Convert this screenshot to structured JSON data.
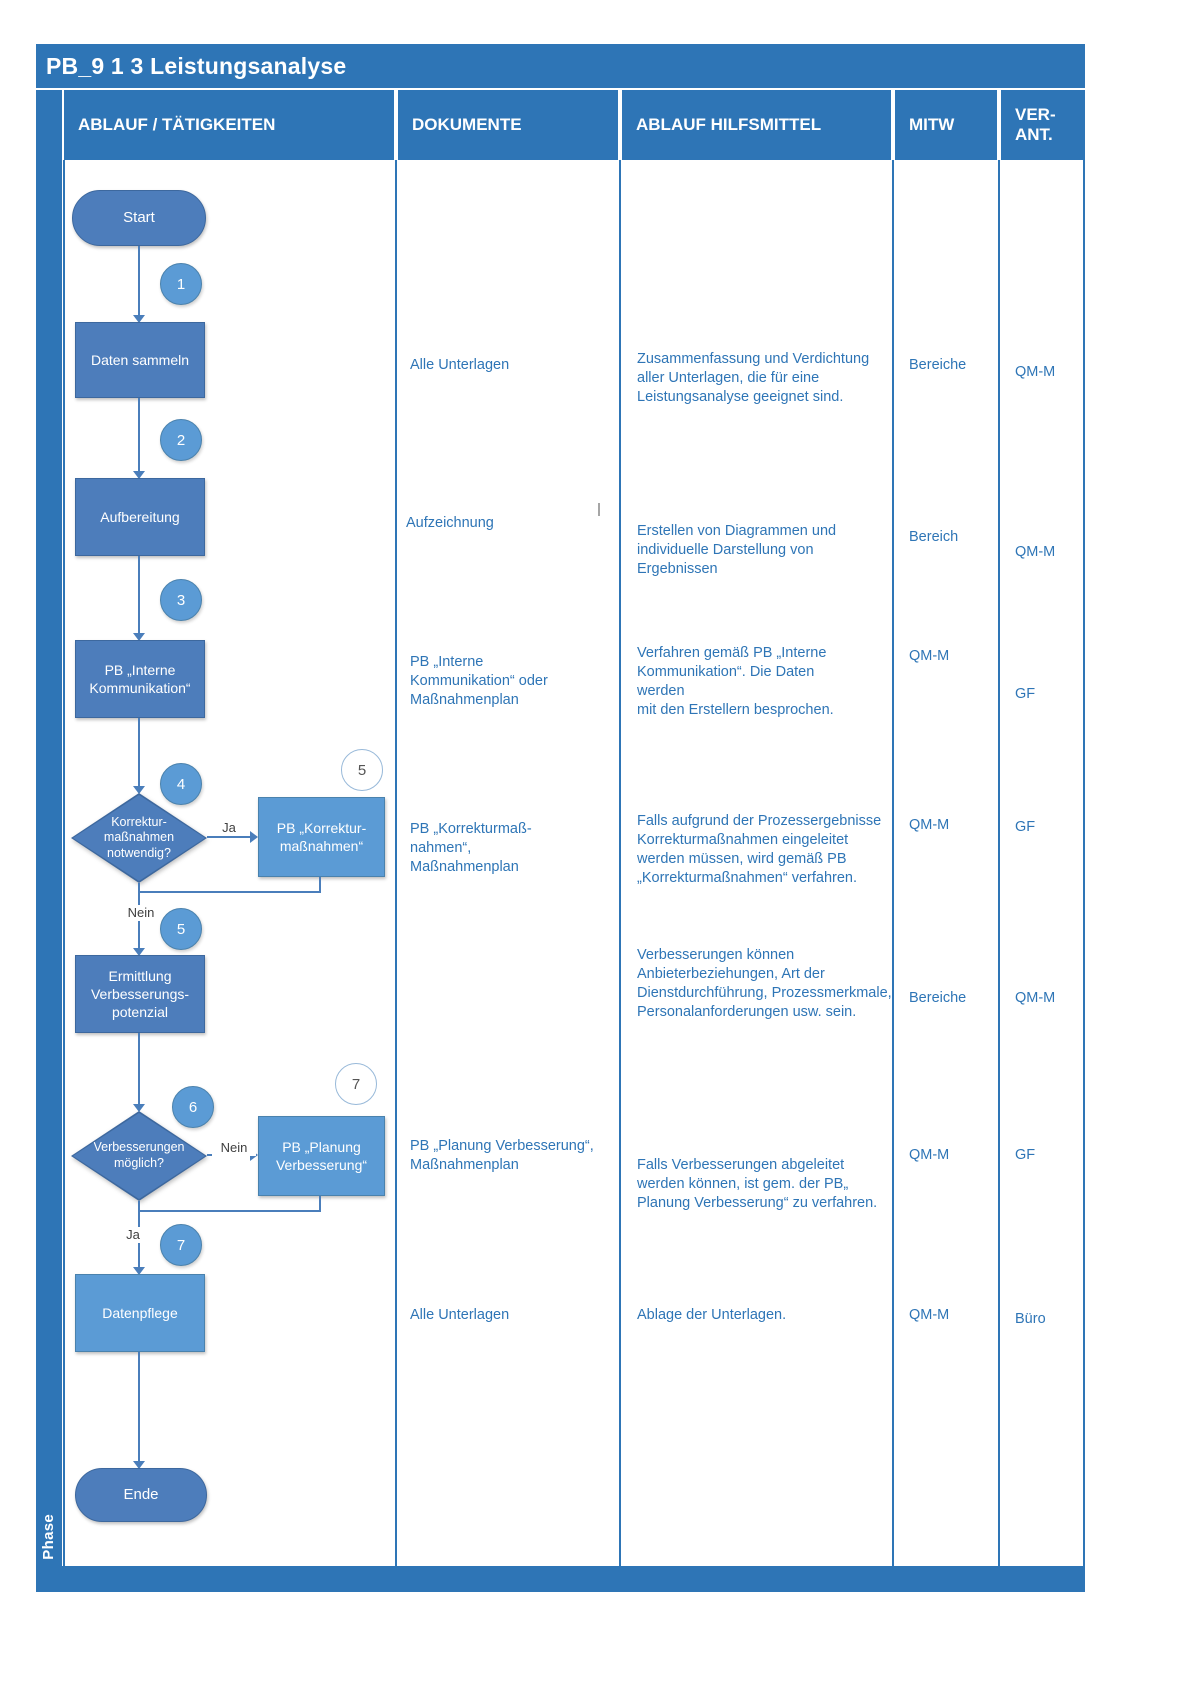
{
  "title": "PB_9 1 3 Leistungsanalyse",
  "phase": "Phase",
  "header": {
    "activities": "ABLAUF / TÄTIGKEITEN",
    "documents": "DOKUMENTE",
    "tools": "ABLAUF HILFSMITTEL",
    "mitw": "MITW",
    "responsible": "VER-\nANT."
  },
  "colors": {
    "primary_blue": "#2e75b6",
    "shape_dark": "#4d7dbb",
    "shape_light": "#5b9bd5",
    "connector_blue": "#4a7ebb",
    "cell_text_blue": "#2e75b6"
  },
  "flow": {
    "start_label": "Start",
    "end_label": "Ende",
    "steps": {
      "daten_sammeln": "Daten sammeln",
      "aufbereitung": "Aufbereitung",
      "interne_kommunikation": "PB „Interne\nKommunikation“",
      "korrektur_box": "PB „Korrektur-\nmaßnahmen“",
      "ermittlung": "Ermittlung\nVerbesserungs-\npotenzial",
      "planung_box": "PB „Planung\nVerbesserung“",
      "datenpflege": "Datenpflege"
    },
    "decisions": {
      "korrektur": "Korrektur-\nmaßnahmen\nnotwendig?",
      "verbesserungen": "Verbesserungen\nmöglich?"
    },
    "badges": {
      "b1": "1",
      "b2": "2",
      "b3": "3",
      "b4": "4",
      "b5": "5",
      "b5o": "5",
      "b6": "6",
      "b7": "7",
      "b7o": "7"
    },
    "edge_labels": {
      "ja1": "Ja",
      "nein1": "Nein",
      "nein2": "Nein",
      "ja2": "Ja"
    }
  },
  "rows": [
    {
      "documents": "Alle Unterlagen",
      "tools": "Zusammenfassung und Verdichtung\naller Unterlagen, die für eine\nLeistungsanalyse geeignet sind.",
      "mitw": "Bereiche",
      "verant": "QM-M"
    },
    {
      "documents": "Aufzeichnung",
      "tools": "Erstellen von Diagrammen und\nindividuelle Darstellung von\nErgebnissen",
      "mitw": "Bereich",
      "verant": "QM-M"
    },
    {
      "documents": "PB „Interne\nKommunikation“ oder\nMaßnahmenplan",
      "tools": "Verfahren gemäß PB „Interne\nKommunikation“. Die Daten\nwerden\nmit den Erstellern besprochen.",
      "mitw": "QM-M",
      "verant": "GF"
    },
    {
      "documents": "PB „Korrekturmaß-\nnahmen“,\nMaßnahmenplan",
      "tools": "Falls aufgrund der Prozessergebnisse\nKorrekturmaßnahmen eingeleitet\nwerden müssen, wird gemäß PB\n„Korrekturmaßnahmen“ verfahren.",
      "mitw": "QM-M",
      "verant": "GF"
    },
    {
      "documents": "",
      "tools": "Verbesserungen können\nAnbieterbeziehungen, Art der\nDienstdurchführung, Prozessmerkmale,\nPersonalanforderungen usw. sein.",
      "mitw": "Bereiche",
      "verant": "QM-M"
    },
    {
      "documents": "PB „Planung Verbesserung“,\nMaßnahmenplan",
      "tools": "Falls Verbesserungen abgeleitet\nwerden können, ist gem. der PB„\nPlanung Verbesserung“ zu verfahren.",
      "mitw": "QM-M",
      "verant": "GF"
    },
    {
      "documents": "Alle Unterlagen",
      "tools": "Ablage der Unterlagen.",
      "mitw": "QM-M",
      "verant": "Büro"
    }
  ]
}
